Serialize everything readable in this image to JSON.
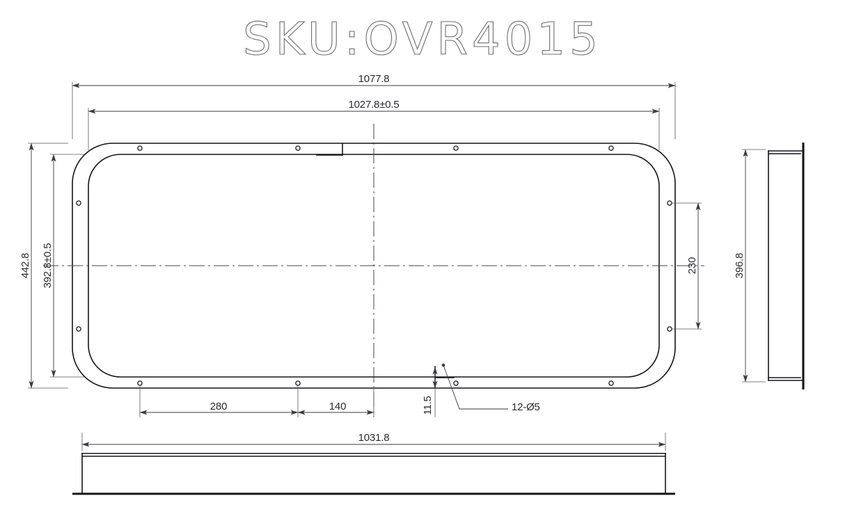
{
  "drawing": {
    "title": "SKU:OVR4015",
    "type": "mechanical-dimension-drawing",
    "units": "mm",
    "views": {
      "front": {
        "name": "front-view",
        "description": "Rounded rectangular frame with flange and mounting holes"
      },
      "side": {
        "name": "right-side-view",
        "description": "Profile section showing depth and flange"
      },
      "bottom": {
        "name": "bottom-view",
        "description": "Bottom elevation showing overall length"
      }
    },
    "dimensions": {
      "front_overall_width": "1077.8",
      "front_inner_width": "1027.8±0.5",
      "front_overall_height": "442.8",
      "front_inner_height": "392.8±0.5",
      "right_hole_spacing": "230",
      "bottom_hole_spacing_1": "280",
      "bottom_hole_spacing_2": "140",
      "flange_thickness": "11.5",
      "side_view_height": "396.8",
      "bottom_view_width": "1031.8"
    },
    "callouts": {
      "hole_spec": "12-Ø5"
    },
    "colors": {
      "part_line": "#15151a",
      "dimension_line": "#3a3a3f",
      "extension_line": "#56565b",
      "center_line": "#45454a",
      "title_stroke": "#6e6e72",
      "background": "#ffffff"
    }
  }
}
